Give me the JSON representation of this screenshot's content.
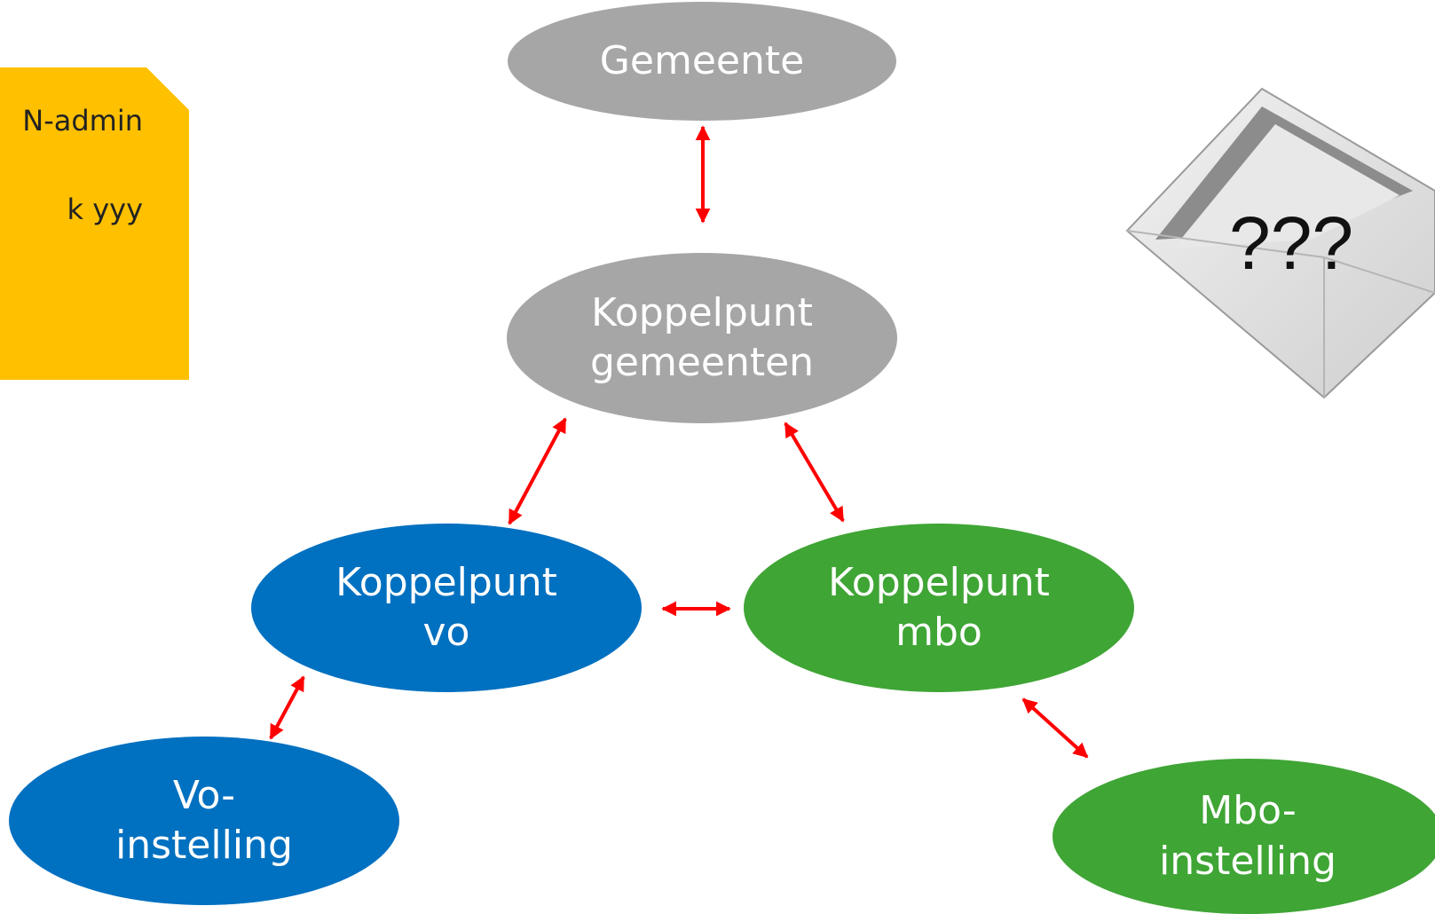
{
  "note": {
    "line1": "N-admin",
    "line2": "k yyy",
    "color": "#ffc000"
  },
  "nodes": {
    "gemeente": {
      "lines": [
        "Gemeente"
      ],
      "color": "#a6a6a6"
    },
    "koppelpunt_gemeenten": {
      "lines": [
        "Koppelpunt",
        "gemeenten"
      ],
      "color": "#a6a6a6"
    },
    "koppelpunt_vo": {
      "lines": [
        "Koppelpunt",
        "vo"
      ],
      "color": "#0070c0"
    },
    "koppelpunt_mbo": {
      "lines": [
        "Koppelpunt",
        "mbo"
      ],
      "color": "#3fa535"
    },
    "vo_instelling": {
      "lines": [
        "Vo-",
        "instelling"
      ],
      "color": "#0070c0"
    },
    "mbo_instelling": {
      "lines": [
        "Mbo-",
        "instelling"
      ],
      "color": "#3fa535"
    }
  },
  "connectors": {
    "color": "#ff0000",
    "style": "double-headed-arrow",
    "links": [
      [
        "gemeente",
        "koppelpunt_gemeenten"
      ],
      [
        "koppelpunt_gemeenten",
        "koppelpunt_vo"
      ],
      [
        "koppelpunt_gemeenten",
        "koppelpunt_mbo"
      ],
      [
        "koppelpunt_vo",
        "koppelpunt_mbo"
      ],
      [
        "koppelpunt_vo",
        "vo_instelling"
      ],
      [
        "koppelpunt_mbo",
        "mbo_instelling"
      ]
    ]
  },
  "envelope": {
    "label": "???",
    "icon": "open-envelope-icon"
  }
}
